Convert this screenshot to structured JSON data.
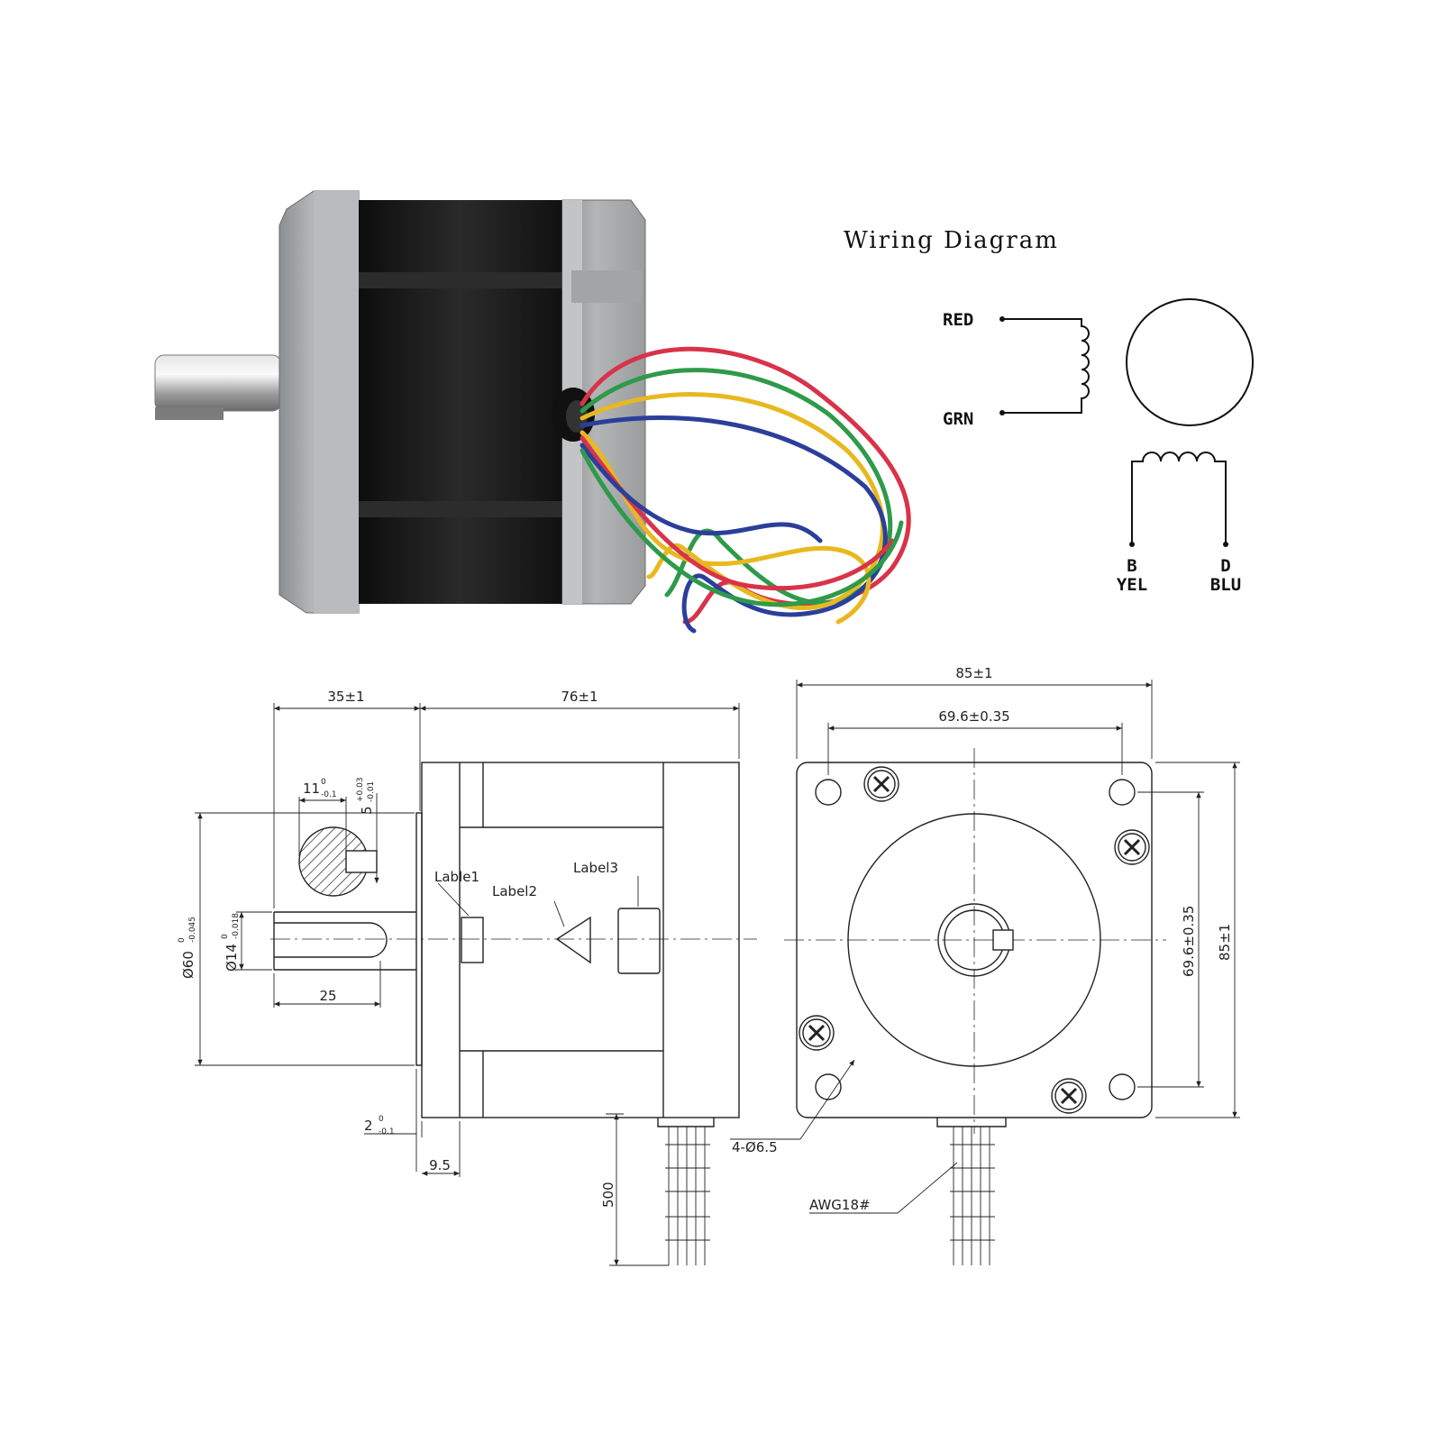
{
  "wiring": {
    "title": "Wiring Diagram",
    "leads": {
      "red": "RED",
      "grn": "GRN",
      "b": "B",
      "yel": "YEL",
      "d": "D",
      "blu": "BLU"
    }
  },
  "side_view": {
    "dims": {
      "shaft_len": "35±1",
      "body_len": "76±1",
      "key_w": "11",
      "key_w_tol": "0",
      "key_w_tol2": "-0.1",
      "flat": "5",
      "flat_tol": "+0.03",
      "flat_tol2": "-0.01",
      "boss_dia": "Ø60",
      "boss_tol": "0",
      "boss_tol2": "-0.045",
      "shaft_dia": "Ø14",
      "shaft_tol": "0",
      "shaft_tol2": "-0.018",
      "key_len": "25",
      "boss_h": "2",
      "boss_h_tol": "0",
      "boss_h_tol2": "-0.1",
      "flange": "9.5",
      "lead_len": "500"
    },
    "labels": {
      "l1": "Lable1",
      "l2": "Label2",
      "l3": "Label3"
    }
  },
  "front_view": {
    "dims": {
      "width": "85±1",
      "hole_spacing": "69.6±0.35",
      "hole_spacing_v": "69.6±0.35",
      "height": "85±1",
      "holes": "4-Ø6.5",
      "awg": "AWG18#"
    }
  },
  "colors": {
    "red": "#d8334a",
    "green": "#2e9a4a",
    "yellow": "#e8b820",
    "blue": "#2b3f9a",
    "motor_black": "#1a1a1a",
    "motor_metal": "#a7a9ab"
  }
}
